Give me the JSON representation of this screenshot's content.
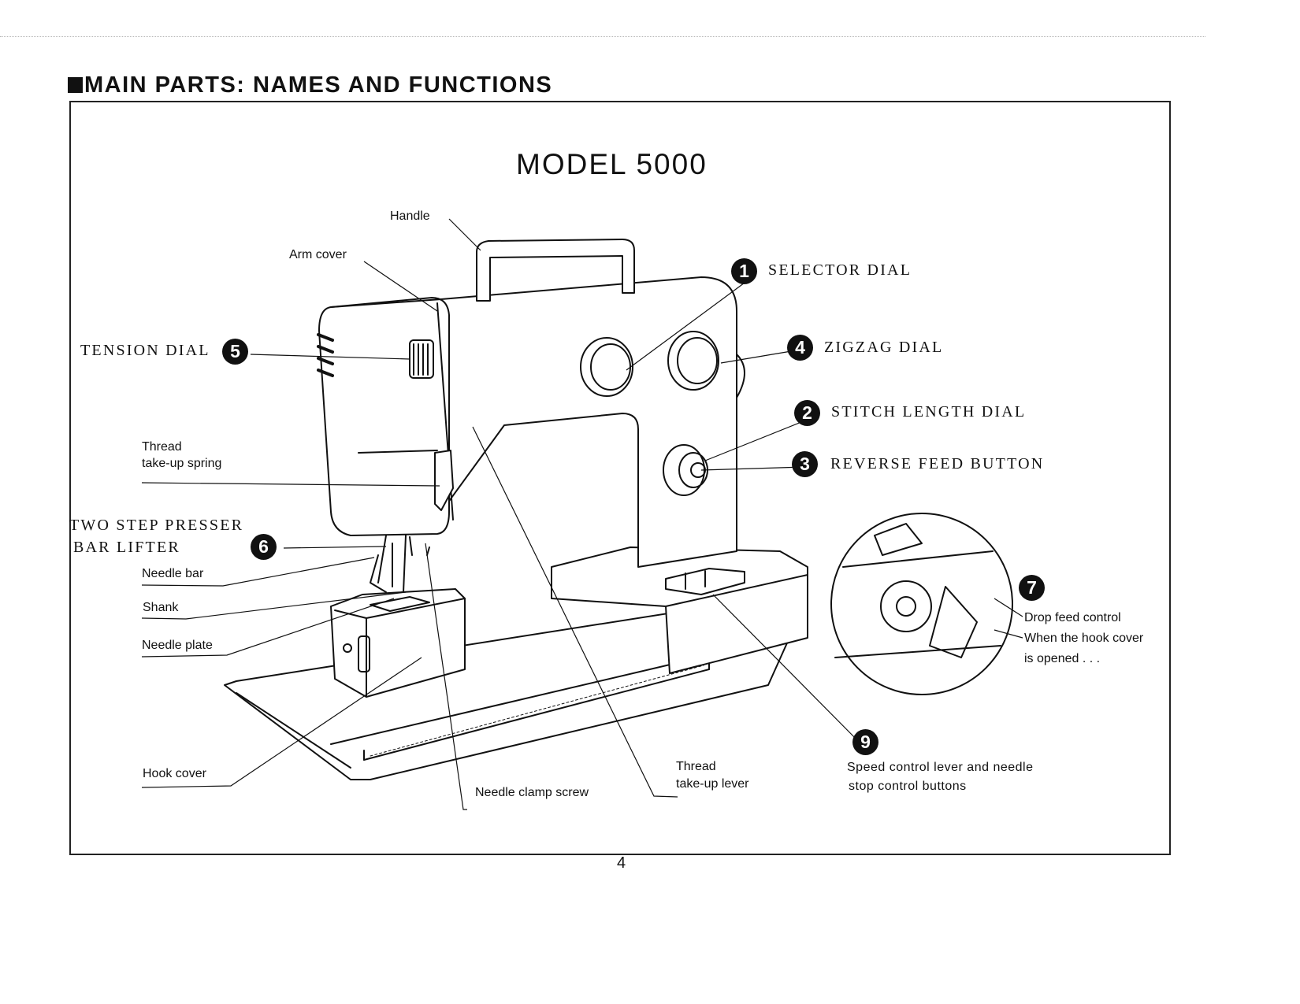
{
  "header": {
    "section_title": "MAIN PARTS: NAMES AND FUNCTIONS"
  },
  "diagram": {
    "model_title": "MODEL 5000",
    "numbered_parts": [
      {
        "number": "1",
        "label": "SELECTOR DIAL"
      },
      {
        "number": "2",
        "label": "STITCH LENGTH DIAL"
      },
      {
        "number": "3",
        "label": "REVERSE FEED BUTTON"
      },
      {
        "number": "4",
        "label": "ZIGZAG DIAL"
      },
      {
        "number": "5",
        "label": "TENSION DIAL"
      },
      {
        "number": "6",
        "label_line1": "TWO STEP PRESSER",
        "label_line2": "BAR LIFTER"
      },
      {
        "number": "7",
        "label_line1": "Drop feed control",
        "label_line2": "When the hook cover",
        "label_line3": "is opened . . ."
      },
      {
        "number": "9",
        "label_line1": "Speed control lever and needle",
        "label_line2": "stop control buttons"
      }
    ],
    "part_labels": {
      "handle": "Handle",
      "arm_cover": "Arm cover",
      "thread_take_up_spring_line1": "Thread",
      "thread_take_up_spring_line2": "take-up spring",
      "needle_bar": "Needle bar",
      "shank": "Shank",
      "needle_plate": "Needle plate",
      "hook_cover": "Hook cover",
      "needle_clamp_screw": "Needle clamp screw",
      "thread_take_up_lever_line1": "Thread",
      "thread_take_up_lever_line2": "take-up lever"
    }
  },
  "footer": {
    "page_number": "4"
  }
}
